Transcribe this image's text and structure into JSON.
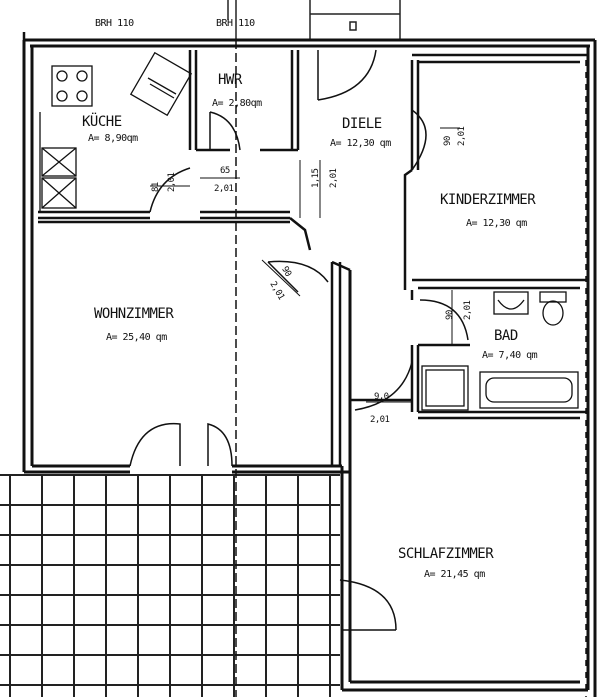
{
  "top_labels": {
    "left": "BRH 110",
    "right": "BRH 110"
  },
  "rooms": {
    "kueche": {
      "name": "KÜCHE",
      "area": "A= 8,90qm"
    },
    "hwr": {
      "name": "HWR",
      "area": "A= 2,80qm"
    },
    "diele": {
      "name": "DIELE",
      "area": "A= 12,30 qm"
    },
    "kinderzimmer": {
      "name": "KINDERZIMMER",
      "area": "A= 12,30 qm"
    },
    "wohnzimmer": {
      "name": "WOHNZIMMER",
      "area": "A= 25,40 qm"
    },
    "bad": {
      "name": "BAD",
      "area": "A= 7,40 qm"
    },
    "schlafzimmer": {
      "name": "SCHLAFZIMMER",
      "area": "A= 21,45 qm"
    }
  },
  "dimensions": {
    "kueche_door_w": "81",
    "kueche_door_h": "2,01",
    "hwr_door_w": "65",
    "hwr_door_h": "2,01",
    "diele_door_w": "1,15",
    "diele_door_h": "2,01",
    "kinder_door_w": "90",
    "kinder_door_h": "2,01",
    "wohn_door_w": "90",
    "wohn_door_h": "2,01",
    "bad_door_w": "90",
    "bad_door_h": "2,01",
    "schlaf_door_w": "9,0",
    "schlaf_door_h": "2,01"
  }
}
